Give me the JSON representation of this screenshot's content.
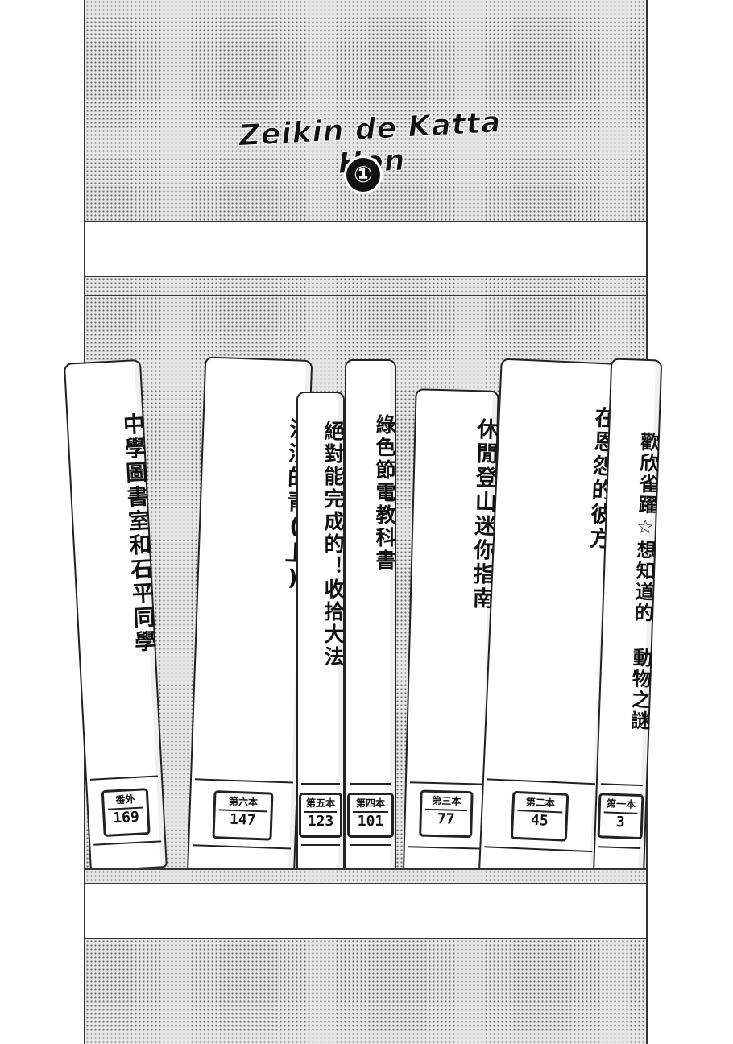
{
  "header": {
    "title": "Zeikin de Katta Hon",
    "volume": "①"
  },
  "books": [
    {
      "title": "中學圖書室和石平同學",
      "order": "番外",
      "number": "169"
    },
    {
      "title": "流浪的青(上)",
      "order": "第六本",
      "number": "147"
    },
    {
      "title": "絕對能完成的！收拾大法",
      "order": "第五本",
      "number": "123"
    },
    {
      "title": "綠色節電教科書",
      "order": "第四本",
      "number": "101"
    },
    {
      "title": "休閒登山迷你指南",
      "order": "第三本",
      "number": "77"
    },
    {
      "title": "在恩怨的彼方",
      "order": "第二本",
      "number": "45"
    },
    {
      "title": "歡欣雀躍☆想知道的 動物之謎",
      "order": "第一本",
      "number": "3"
    }
  ]
}
